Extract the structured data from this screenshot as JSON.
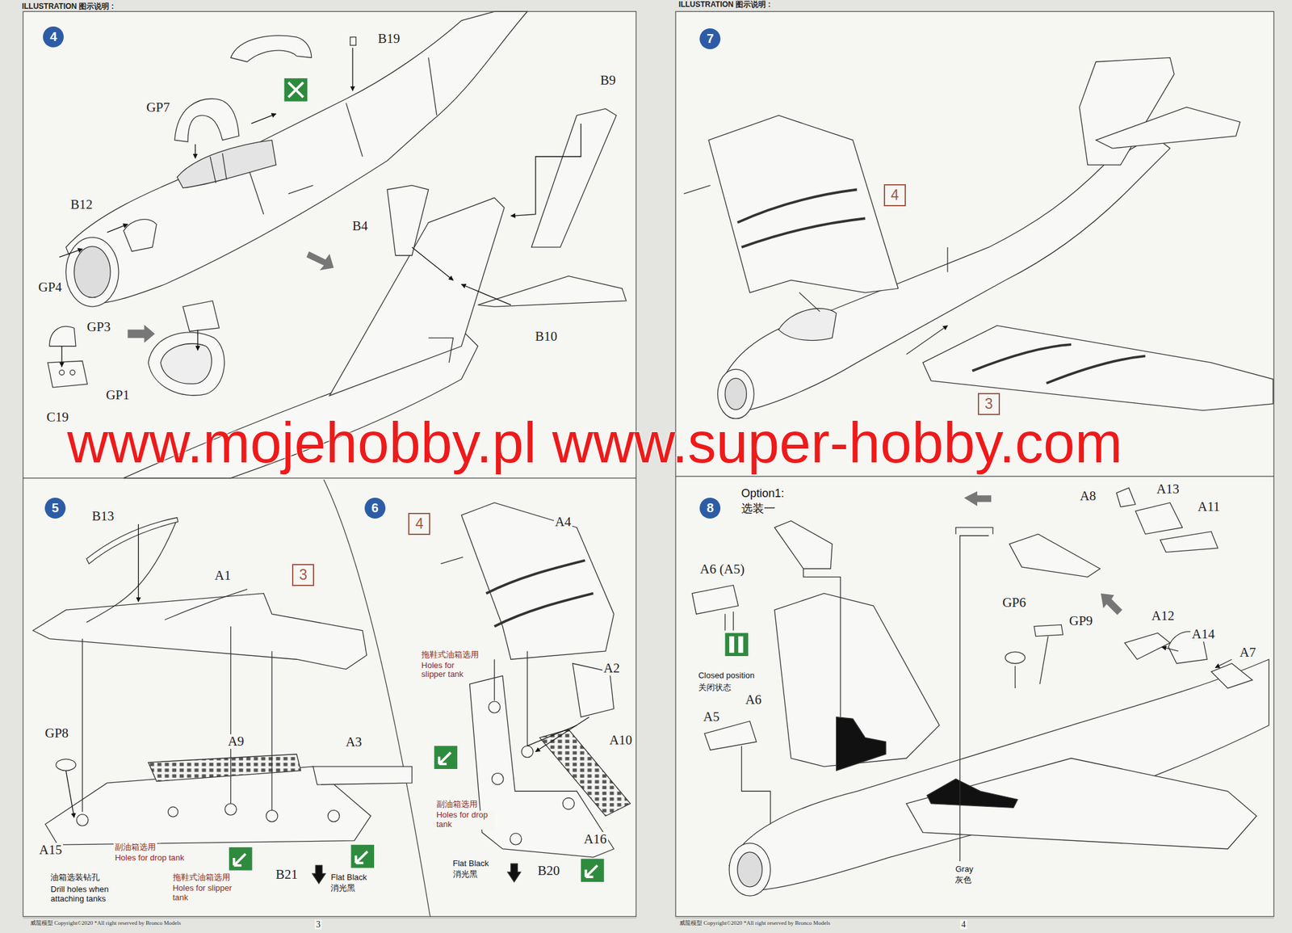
{
  "diagram": {
    "nodes": [
      {
        "text": [
          "4"
        ]
      },
      {
        "text": [
          "7"
        ]
      },
      {
        "text": [
          "4"
        ]
      },
      {
        "text": [
          "3"
        ]
      },
      {
        "text": [
          "5"
        ]
      },
      {
        "text": [
          "3"
        ]
      },
      {
        "text": [
          "6"
        ]
      },
      {
        "text": [
          "4"
        ]
      },
      {
        "text": [
          "8"
        ]
      }
    ],
    "labels": [
      "ILLUSTRATION 图示说明 :",
      "ILLUSTRATION 图示说明 :",
      "B19",
      "GP7",
      "B9",
      "B12",
      "B4",
      "GP4",
      "GP3",
      "B10",
      "GP1",
      "C19",
      "www.mojehobby.pl www.super-hobby.com",
      "B13",
      "A1",
      "GP8",
      "A9",
      "A3",
      "A15",
      "副油箱选用",
      "Holes for drop tank",
      "油箱选装钻孔",
      "Drill holes when attaching tanks",
      "拖鞋式油箱选用",
      "Holes for slipper tank",
      "B21",
      "Flat Black",
      "消光黑",
      "A4",
      "拖鞋式油箱选用",
      "Holes for slipper tank",
      "A2",
      "A10",
      "副油箱选用",
      "Holes for drop tank",
      "A16",
      "Flat Black",
      "消光黑",
      "B20",
      "Option1:",
      "选装一",
      "A8",
      "A13",
      "A11",
      "A6 (A5)",
      "GP6",
      "GP9",
      "A12",
      "A14",
      "A7",
      "Closed position",
      "关闭状态",
      "A5",
      "A6",
      "Gray",
      "灰色",
      "威龍模型 Copyright©2020 *All right reserved by Bronco Models",
      "3",
      "威龍模型 Copyright©2020 *All right reserved by Bronco Models",
      "4"
    ]
  }
}
